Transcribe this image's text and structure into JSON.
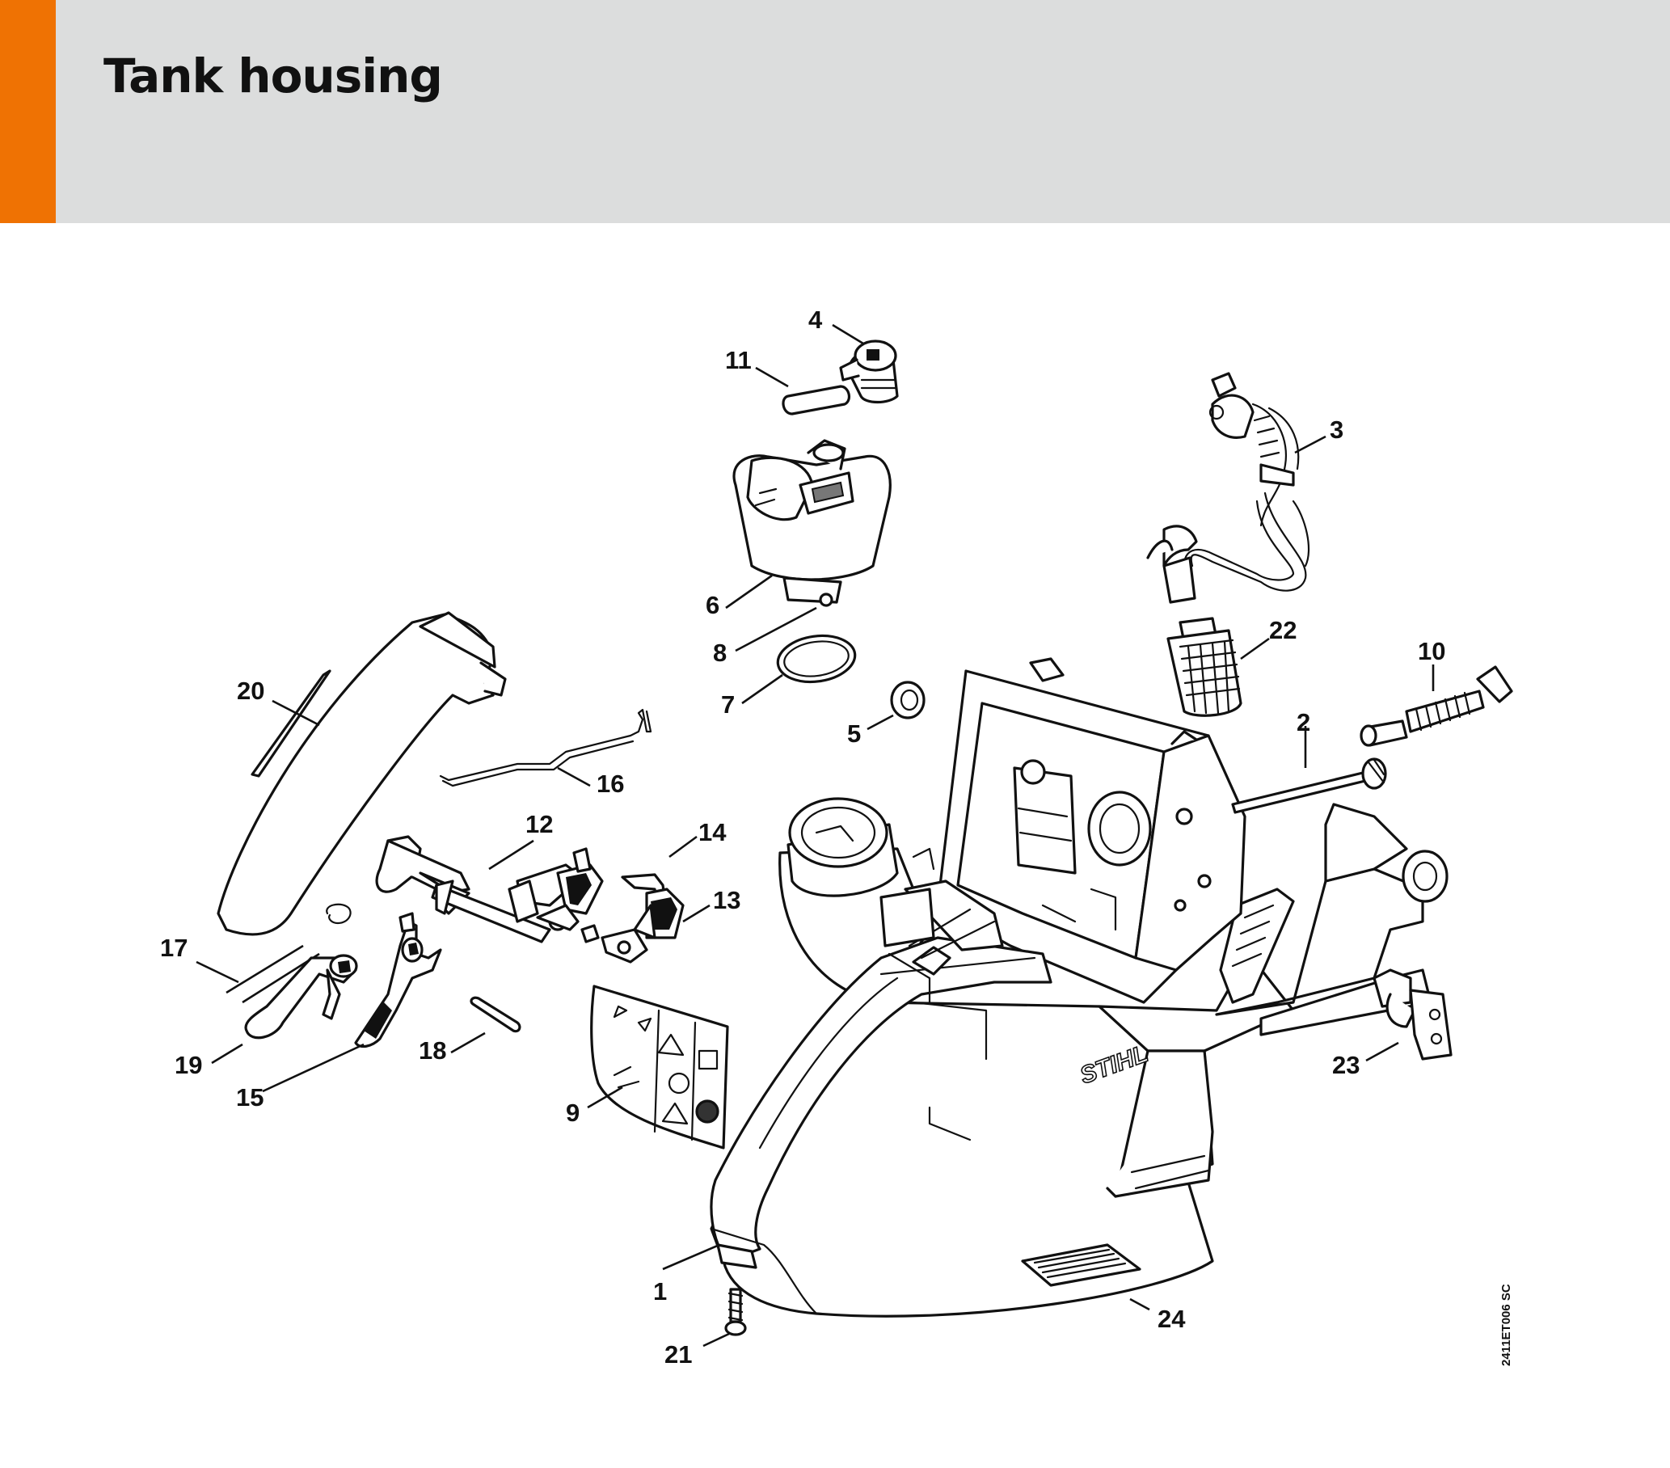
{
  "header": {
    "title": "Tank housing",
    "accent_color": "#ef7203",
    "band_color": "#dcdddd"
  },
  "diagram": {
    "drawing_code": "2411ET006 SC",
    "brand_mark": "STIHL",
    "callouts": [
      "1",
      "2",
      "3",
      "4",
      "5",
      "6",
      "7",
      "8",
      "9",
      "10",
      "11",
      "12",
      "13",
      "14",
      "15",
      "16",
      "17",
      "18",
      "19",
      "20",
      "21",
      "22",
      "23",
      "24"
    ]
  }
}
